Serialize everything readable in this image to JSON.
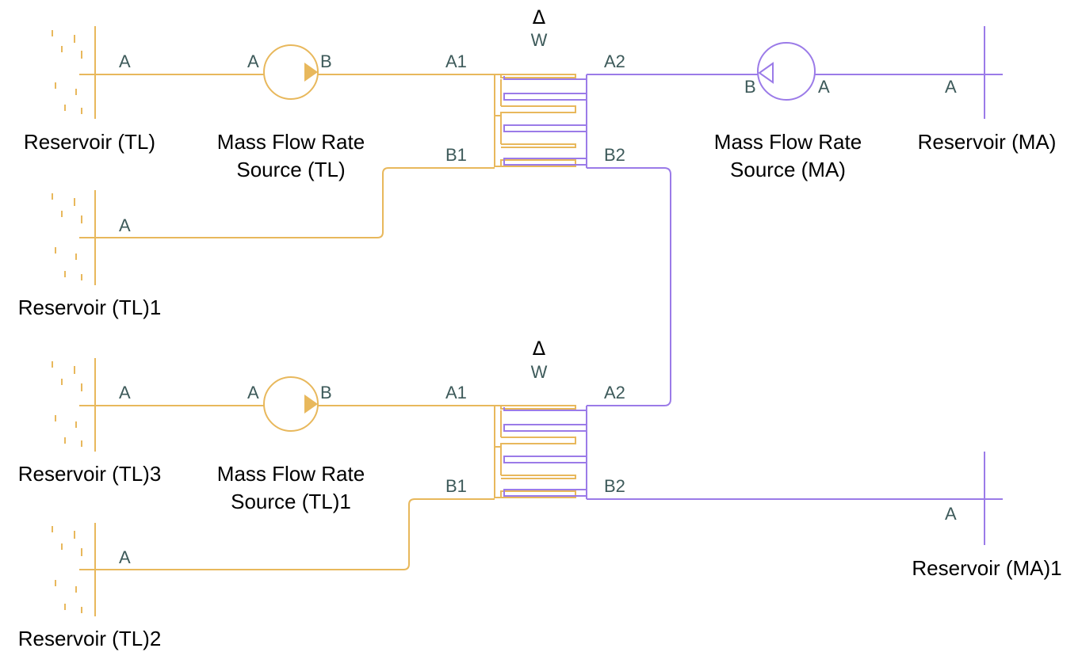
{
  "diagram": {
    "colors": {
      "thermal_liquid": "#e8b85c",
      "moist_air": "#9b7be8",
      "port_label": "#3d5a5a",
      "block_label": "#000000"
    },
    "blocks": {
      "reservoir_tl": {
        "label": "Reservoir (TL)",
        "port": "A"
      },
      "reservoir_tl1": {
        "label": "Reservoir (TL)1",
        "port": "A"
      },
      "reservoir_tl3": {
        "label": "Reservoir (TL)3",
        "port": "A"
      },
      "reservoir_tl2": {
        "label": "Reservoir (TL)2",
        "port": "A"
      },
      "reservoir_ma": {
        "label": "Reservoir (MA)",
        "port": "A"
      },
      "reservoir_ma1": {
        "label": "Reservoir (MA)1",
        "port": "A"
      },
      "mfr_source_tl": {
        "label_line1": "Mass Flow Rate",
        "label_line2": "Source (TL)",
        "port_a": "A",
        "port_b": "B"
      },
      "mfr_source_tl1": {
        "label_line1": "Mass Flow Rate",
        "label_line2": "Source (TL)1",
        "port_a": "A",
        "port_b": "B"
      },
      "mfr_source_ma": {
        "label_line1": "Mass Flow Rate",
        "label_line2": "Source (MA)",
        "port_a": "A",
        "port_b": "B"
      },
      "hx_top": {
        "delta": "Δ",
        "w": "W",
        "a1": "A1",
        "b1": "B1",
        "a2": "A2",
        "b2": "B2"
      },
      "hx_bottom": {
        "delta": "Δ",
        "w": "W",
        "a1": "A1",
        "b1": "B1",
        "a2": "A2",
        "b2": "B2"
      }
    }
  }
}
